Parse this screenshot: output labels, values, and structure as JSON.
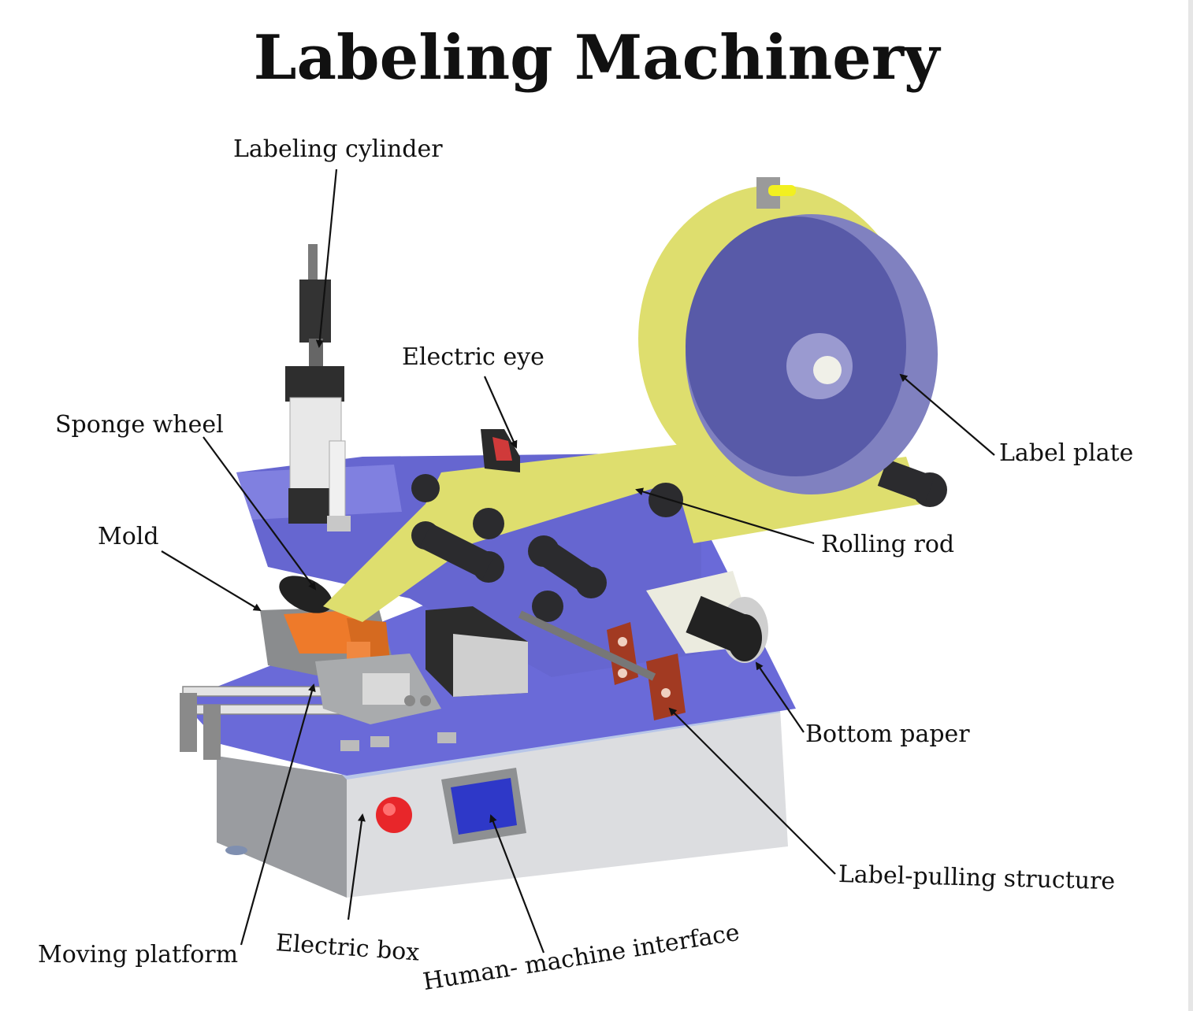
{
  "title": "Labeling Machinery",
  "labels": {
    "labeling_cylinder": "Labeling cylinder",
    "electric_eye": "Electric eye",
    "sponge_wheel": "Sponge wheel",
    "mold": "Mold",
    "label_plate": "Label plate",
    "rolling_rod": "Rolling rod",
    "bottom_paper": "Bottom paper",
    "label_pulling_structure": "Label-pulling structure",
    "moving_platform": "Moving platform",
    "electric_box": "Electric box",
    "hmi": "Human- machine interface"
  },
  "colors": {
    "platform_blue": "#6a6ad8",
    "label_yellow": "#dede6e",
    "reel_purple": "#6f70b8",
    "base_grey": "#cfd0d4",
    "orange_mold": "#ee7a2a",
    "red_button": "#e8262a",
    "screen_blue": "#2e38c8",
    "roller_black": "#2b2b2e"
  }
}
